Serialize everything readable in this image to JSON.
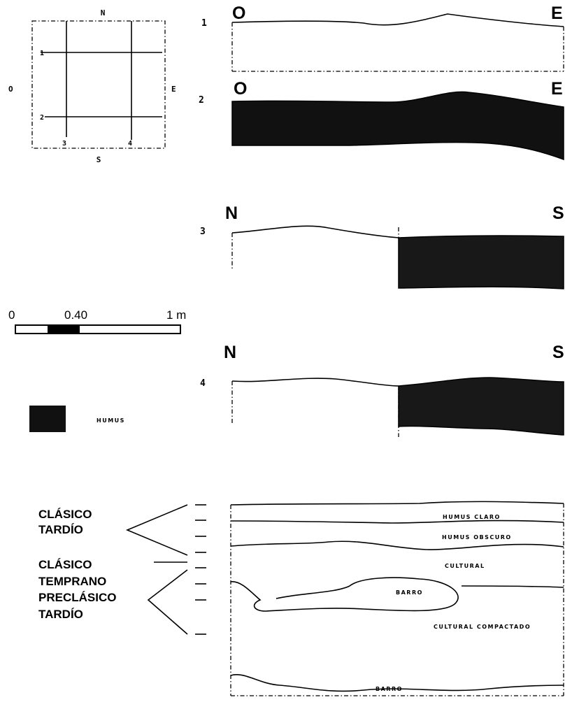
{
  "plan": {
    "north": "N",
    "south": "S",
    "east": "E",
    "west": "O",
    "row_lines": [
      "1",
      "2"
    ],
    "col_lines": [
      "3",
      "4"
    ]
  },
  "profiles": [
    {
      "number": "1",
      "left": "O",
      "right": "E"
    },
    {
      "number": "2",
      "left": "O",
      "right": "E"
    },
    {
      "number": "3",
      "left": "N",
      "right": "S"
    },
    {
      "number": "4",
      "left": "N",
      "right": "S"
    }
  ],
  "scale": {
    "start": "0",
    "mid": "0.40",
    "end": "1 m"
  },
  "legend": {
    "humus_label": "HUMUS",
    "humus_color": "#111111"
  },
  "stratigraphy": {
    "periods": [
      "CLÁSICO",
      "TARDÍO",
      "CLÁSICO",
      "TEMPRANO",
      "PRECLÁSICO",
      "TARDÍO"
    ],
    "layers": [
      "HUMUS CLARO",
      "HUMUS OBSCURO",
      "CULTURAL",
      "BARRO",
      "CULTURAL COMPACTADO",
      "BARRO"
    ]
  }
}
